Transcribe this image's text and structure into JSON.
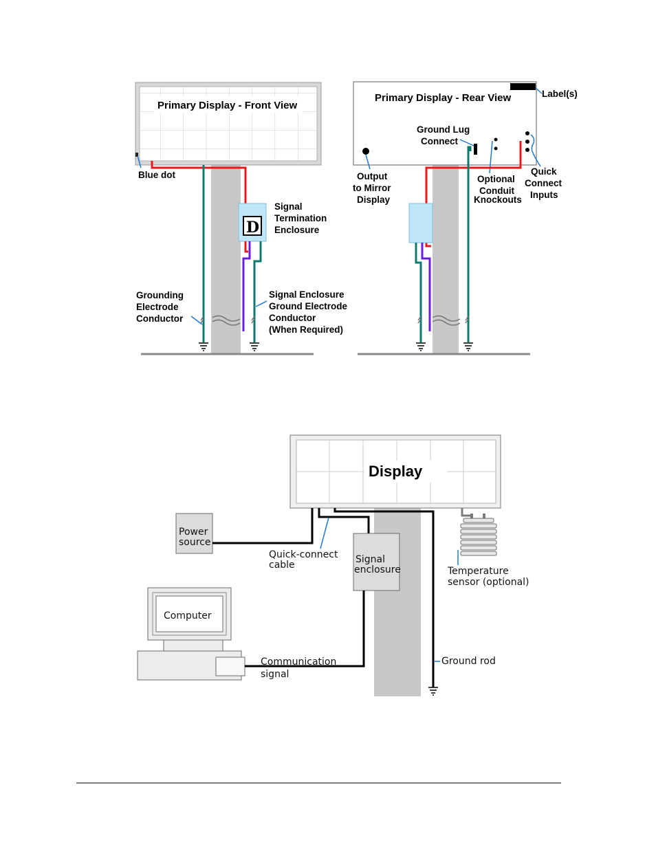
{
  "front_view": {
    "title": "Primary Display - Front View",
    "blue_dot": "Blue dot",
    "signal_term": [
      "Signal",
      "Termination",
      "Enclosure"
    ],
    "grounding": [
      "Grounding",
      "Electrode",
      "Conductor"
    ],
    "signal_ground": [
      "Signal Enclosure",
      "Ground Electrode",
      "Conductor",
      "(When Required)"
    ]
  },
  "rear_view": {
    "title": "Primary Display - Rear View",
    "labels": "Label(s)",
    "ground_lug": [
      "Ground Lug",
      "Connect"
    ],
    "output_mirror": [
      "Output",
      "to Mirror",
      "Display"
    ],
    "optional_conduit": [
      "Optional",
      "Conduit",
      "Knockouts"
    ],
    "quick_connect": [
      "Quick",
      "Connect",
      "Inputs"
    ]
  },
  "system": {
    "display": "Display",
    "power_source": [
      "Power",
      "source"
    ],
    "quick_cable": [
      "Quick-connect",
      "cable"
    ],
    "signal_enclosure": [
      "Signal",
      "enclosure"
    ],
    "temperature": [
      "Temperature",
      "sensor (optional)"
    ],
    "computer": "Computer",
    "communication": [
      "Communication",
      "signal"
    ],
    "ground_rod": "Ground rod"
  },
  "colors": {
    "red": "#e8191c",
    "teal": "#0d7a6e",
    "purple": "#6a1ee0",
    "blue": "#1e78d0",
    "pole": "#c8c8c8"
  }
}
